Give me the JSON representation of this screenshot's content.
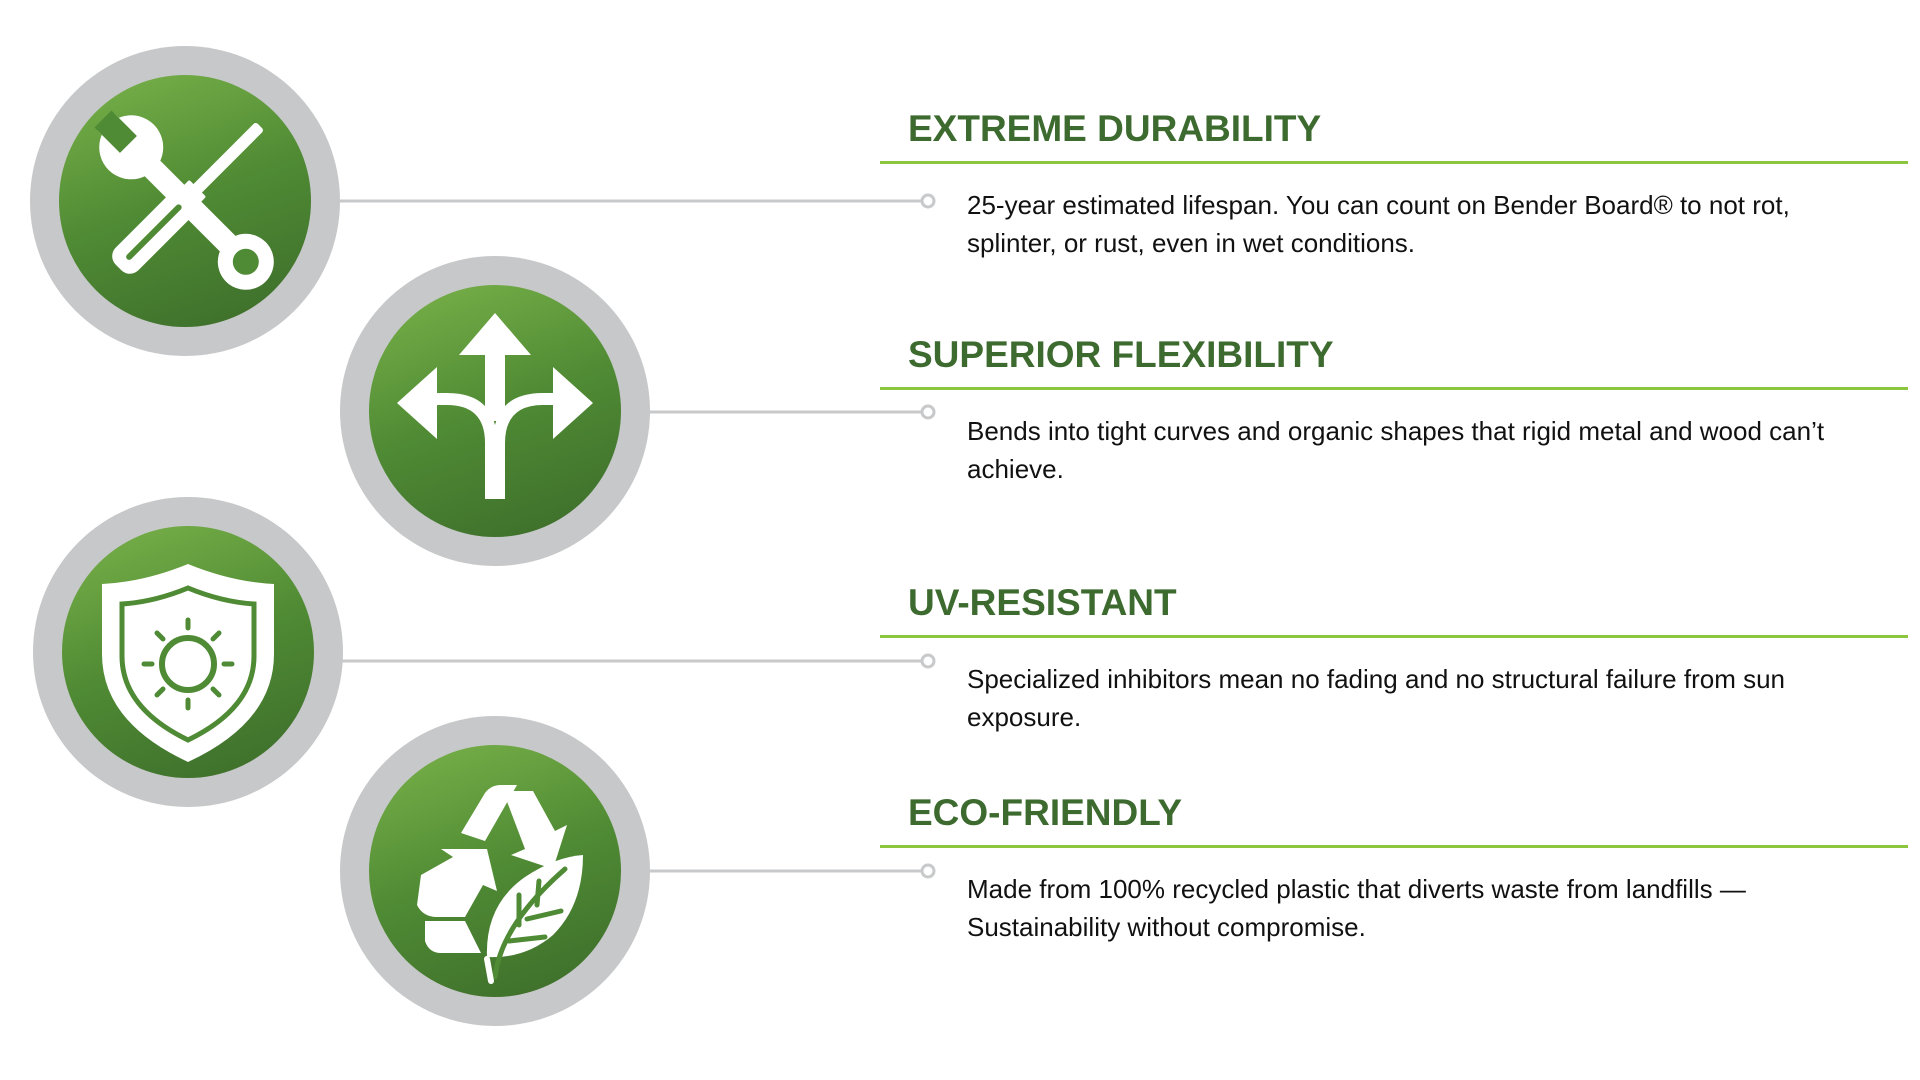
{
  "colors": {
    "heading_green": "#3d6b2f",
    "rule_green": "#8cc63f",
    "disc_green_light": "#7ab34a",
    "disc_green_dark": "#3b6b2a",
    "ring_gray": "#c7c8c9",
    "connector_gray": "#c8c9ca"
  },
  "features": [
    {
      "icon": "wrench-screwdriver-icon",
      "title": "EXTREME DURABILITY",
      "description": "25-year estimated lifespan. You can count on Bender Board® to not rot, splinter, or rust, even in wet conditions."
    },
    {
      "icon": "split-arrows-icon",
      "title": "SUPERIOR FLEXIBILITY",
      "description": "Bends into tight curves and organic shapes that rigid metal and wood can’t achieve."
    },
    {
      "icon": "shield-sun-icon",
      "title": "UV-RESISTANT",
      "description": "Specialized inhibitors mean no fading and no structural failure from sun exposure."
    },
    {
      "icon": "recycle-leaf-icon",
      "title": "ECO-FRIENDLY",
      "description": "Made from 100% recycled plastic that diverts waste from landfills — Sustainability without compromise."
    }
  ]
}
